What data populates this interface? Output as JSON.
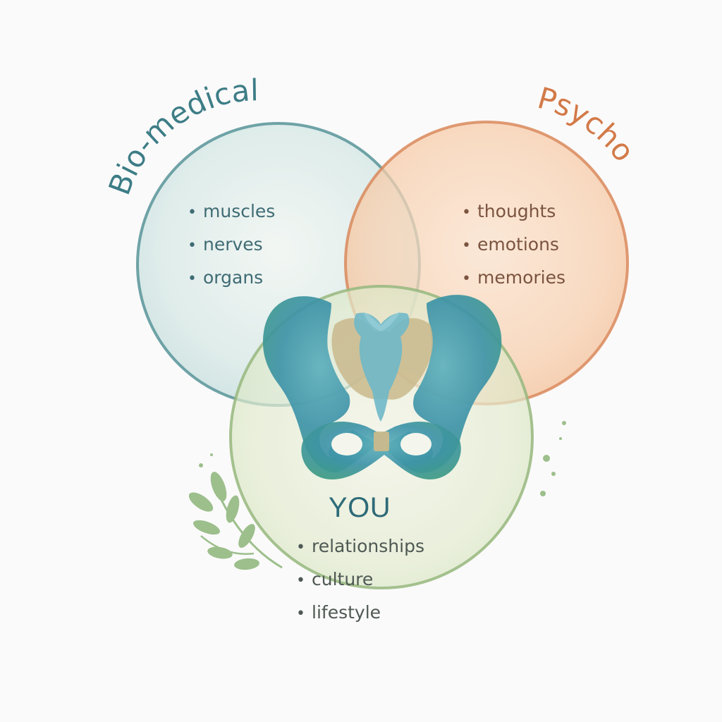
{
  "bio": {
    "title": "Bio-medical",
    "items": [
      "muscles",
      "nerves",
      "organs"
    ]
  },
  "psycho": {
    "title": "Psycho",
    "items": [
      "thoughts",
      "emotions",
      "memories"
    ]
  },
  "social": {
    "title": "YOU",
    "items": [
      "relationships",
      "culture",
      "lifestyle"
    ]
  },
  "bullet_symbol": "•",
  "colors": {
    "bio": "#4f8f93",
    "psycho": "#d98a5d",
    "social": "#97b77e",
    "pelvis": "#3e93a8",
    "sacrum": "#c9b98c"
  },
  "icons": [
    "pelvis-icon",
    "leaf-sprig-icon"
  ]
}
